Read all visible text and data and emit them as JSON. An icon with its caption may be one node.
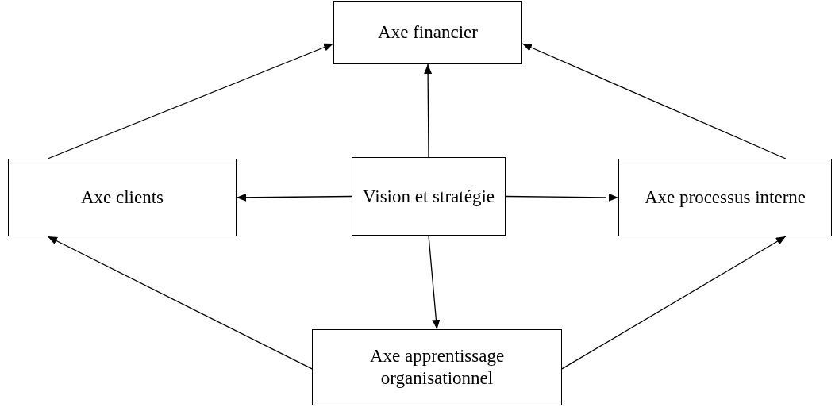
{
  "diagram": {
    "nodes": [
      {
        "text": [
          "Axe financier"
        ]
      },
      {
        "text": [
          "Axe clients"
        ]
      },
      {
        "text": [
          "Vision et stratégie"
        ]
      },
      {
        "text": [
          "Axe processus interne"
        ]
      },
      {
        "text": [
          "Axe apprentissage organisationnel"
        ]
      }
    ],
    "edges": [
      {
        "from": 2,
        "to": 0,
        "arrow": "to"
      },
      {
        "from": 2,
        "to": 1,
        "arrow": "to"
      },
      {
        "from": 2,
        "to": 3,
        "arrow": "to"
      },
      {
        "from": 2,
        "to": 4,
        "arrow": "to"
      },
      {
        "from": 1,
        "to": 0,
        "arrow": "to"
      },
      {
        "from": 3,
        "to": 0,
        "arrow": "to"
      },
      {
        "from": 4,
        "to": 1,
        "arrow": "to"
      },
      {
        "from": 4,
        "to": 3,
        "arrow": "to"
      }
    ]
  }
}
